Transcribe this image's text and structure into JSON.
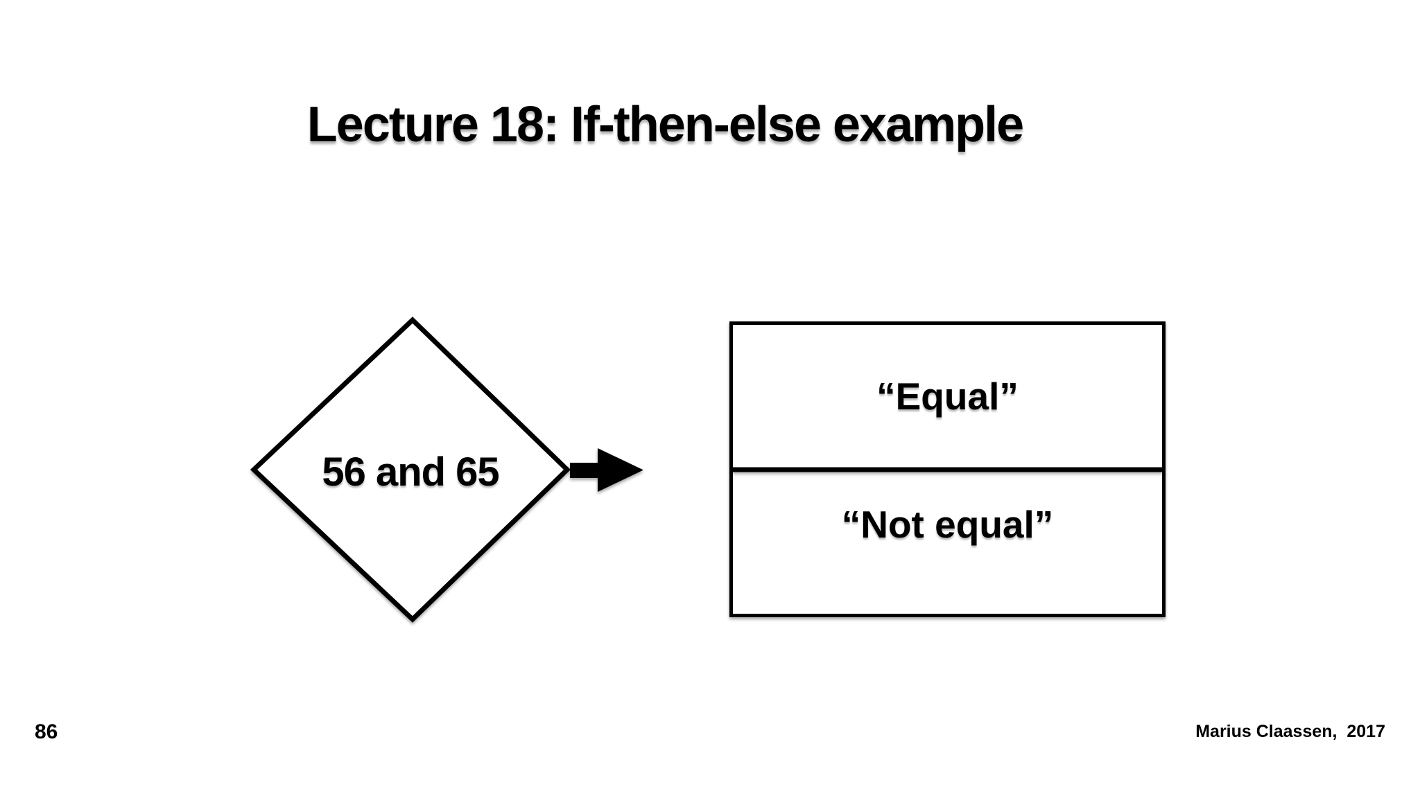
{
  "slide": {
    "title": "Lecture 18: If-then-else example",
    "page_number": "86",
    "credit": "Marius Claassen,  2017"
  },
  "flowchart": {
    "decision": {
      "shape": "diamond",
      "label": "56 and 65"
    },
    "connector": "arrow-right",
    "outcomes": [
      {
        "label": "“Equal”"
      },
      {
        "label": "“Not equal”"
      }
    ],
    "colors": {
      "stroke": "#000000",
      "fill": "#ffffff",
      "text": "#000000",
      "background": "#ffffff"
    }
  }
}
